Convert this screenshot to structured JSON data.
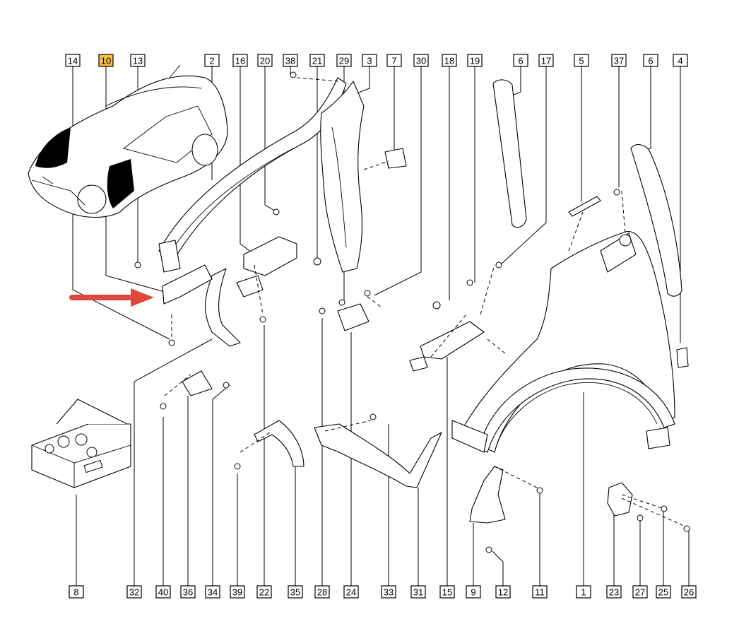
{
  "callouts_top": [
    {
      "id": "callout-14",
      "label": "14",
      "highlight": false
    },
    {
      "id": "callout-10",
      "label": "10",
      "highlight": true
    },
    {
      "id": "callout-13",
      "label": "13",
      "highlight": false
    },
    {
      "id": "callout-2",
      "label": "2",
      "highlight": false
    },
    {
      "id": "callout-16",
      "label": "16",
      "highlight": false
    },
    {
      "id": "callout-20",
      "label": "20",
      "highlight": false
    },
    {
      "id": "callout-38",
      "label": "38",
      "highlight": false
    },
    {
      "id": "callout-21",
      "label": "21",
      "highlight": false
    },
    {
      "id": "callout-29",
      "label": "29",
      "highlight": false
    },
    {
      "id": "callout-3",
      "label": "3",
      "highlight": false
    },
    {
      "id": "callout-7",
      "label": "7",
      "highlight": false
    },
    {
      "id": "callout-30",
      "label": "30",
      "highlight": false
    },
    {
      "id": "callout-18",
      "label": "18",
      "highlight": false
    },
    {
      "id": "callout-19",
      "label": "19",
      "highlight": false
    },
    {
      "id": "callout-6a",
      "label": "6",
      "highlight": false
    },
    {
      "id": "callout-17",
      "label": "17",
      "highlight": false
    },
    {
      "id": "callout-5",
      "label": "5",
      "highlight": false
    },
    {
      "id": "callout-37",
      "label": "37",
      "highlight": false
    },
    {
      "id": "callout-6b",
      "label": "6",
      "highlight": false
    },
    {
      "id": "callout-4",
      "label": "4",
      "highlight": false
    }
  ],
  "callouts_bottom": [
    {
      "id": "callout-8",
      "label": "8"
    },
    {
      "id": "callout-32",
      "label": "32"
    },
    {
      "id": "callout-40",
      "label": "40"
    },
    {
      "id": "callout-36",
      "label": "36"
    },
    {
      "id": "callout-34",
      "label": "34"
    },
    {
      "id": "callout-39",
      "label": "39"
    },
    {
      "id": "callout-22",
      "label": "22"
    },
    {
      "id": "callout-35",
      "label": "35"
    },
    {
      "id": "callout-28",
      "label": "28"
    },
    {
      "id": "callout-24",
      "label": "24"
    },
    {
      "id": "callout-33",
      "label": "33"
    },
    {
      "id": "callout-31",
      "label": "31"
    },
    {
      "id": "callout-15",
      "label": "15"
    },
    {
      "id": "callout-9",
      "label": "9"
    },
    {
      "id": "callout-12",
      "label": "12"
    },
    {
      "id": "callout-11",
      "label": "11"
    },
    {
      "id": "callout-1",
      "label": "1"
    },
    {
      "id": "callout-23",
      "label": "23"
    },
    {
      "id": "callout-27",
      "label": "27"
    },
    {
      "id": "callout-25",
      "label": "25"
    },
    {
      "id": "callout-26",
      "label": "26"
    }
  ],
  "colors": {
    "highlight": "#f5c242",
    "pointer_arrow": "#e0483f",
    "line": "#000000"
  }
}
